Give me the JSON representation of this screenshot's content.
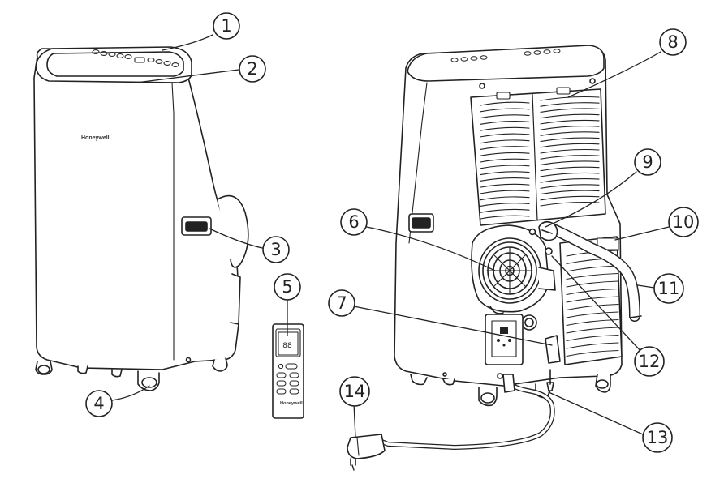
{
  "brand_label": "Honeywell",
  "remote_brand_label": "Honeywell",
  "remote_display_value": "88",
  "callouts": [
    {
      "id": "1",
      "label": "1"
    },
    {
      "id": "2",
      "label": "2"
    },
    {
      "id": "3",
      "label": "3"
    },
    {
      "id": "4",
      "label": "4"
    },
    {
      "id": "5",
      "label": "5"
    },
    {
      "id": "6",
      "label": "6"
    },
    {
      "id": "7",
      "label": "7"
    },
    {
      "id": "8",
      "label": "8"
    },
    {
      "id": "9",
      "label": "9"
    },
    {
      "id": "10",
      "label": "10"
    },
    {
      "id": "11",
      "label": "11"
    },
    {
      "id": "12",
      "label": "12"
    },
    {
      "id": "13",
      "label": "13"
    },
    {
      "id": "14",
      "label": "14"
    }
  ],
  "colors": {
    "line": "#222222",
    "fill": "#ffffff",
    "light": "#e6e6e6"
  }
}
